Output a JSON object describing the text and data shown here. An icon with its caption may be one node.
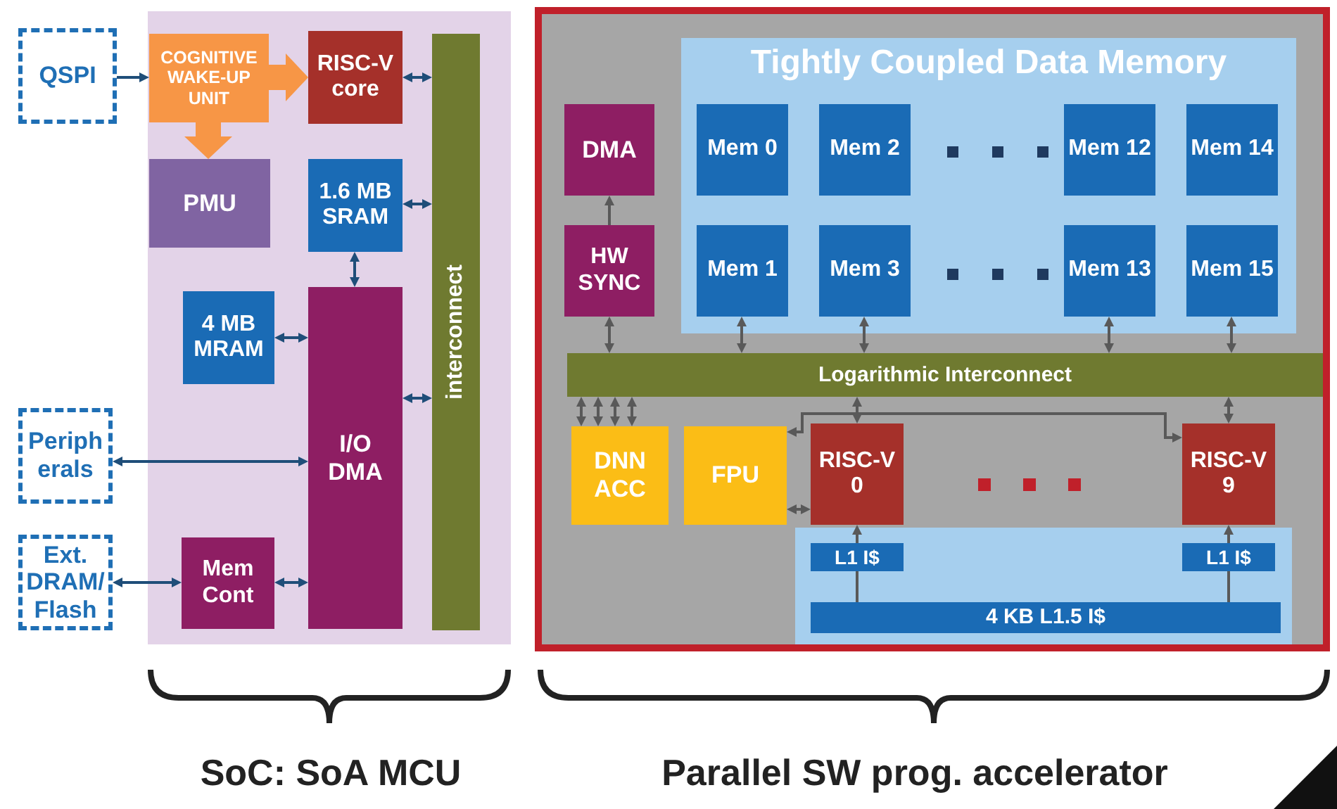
{
  "diagram": {
    "nodes": [
      {
        "text": [],
        "shape": "box"
      },
      {
        "text": [
          "QSPI"
        ]
      },
      {
        "text": [
          "COGNITIVE WAKE-UP UNIT"
        ],
        "in": 0
      },
      {
        "text": [
          "RISC-V core"
        ],
        "in": 0
      },
      {
        "text": [
          "interconnect"
        ],
        "in": 0
      },
      {
        "text": [
          "PMU"
        ],
        "in": 0
      },
      {
        "text": [
          "1.6 MB SRAM"
        ],
        "in": 0
      },
      {
        "text": [
          "4 MB MRAM"
        ],
        "in": 0
      },
      {
        "text": [
          "Periph erals"
        ]
      },
      {
        "text": [
          "I/O DMA"
        ],
        "in": 0
      },
      {
        "text": [
          "Ext. DRAM/ Flash"
        ]
      },
      {
        "text": [
          "Mem Cont"
        ],
        "in": 0
      },
      {
        "text": [],
        "shape": "box"
      },
      {
        "text": [
          "Tightly Coupled Data Memory"
        ],
        "in": 12
      },
      {
        "text": [
          "DMA"
        ],
        "in": 12
      },
      {
        "text": [
          "Mem 0"
        ],
        "in": 13
      },
      {
        "text": [
          "Mem 2"
        ],
        "in": 13
      },
      {
        "text": [
          "Mem 12"
        ],
        "in": 13
      },
      {
        "text": [
          "Mem 14"
        ],
        "in": 13
      },
      {
        "text": [
          "HW SYNC"
        ],
        "in": 12
      },
      {
        "text": [
          "Mem 1"
        ],
        "in": 13
      },
      {
        "text": [
          "Mem 3"
        ],
        "in": 13
      },
      {
        "text": [
          "Mem 13"
        ],
        "in": 13
      },
      {
        "text": [
          "Mem 15"
        ],
        "in": 13
      },
      {
        "text": [
          "Logarithmic Interconnect"
        ],
        "in": 12
      },
      {
        "text": [
          "DNN ACC"
        ],
        "in": 12
      },
      {
        "text": [
          "FPU"
        ],
        "in": 12
      },
      {
        "text": [
          "RISC-V 0"
        ],
        "in": 12
      },
      {
        "text": [
          "RISC-V 9"
        ],
        "in": 12
      },
      {
        "text": [],
        "shape": "box",
        "in": 12
      },
      {
        "text": [
          "L1 I$"
        ],
        "in": 29
      },
      {
        "text": [
          "L1 I$"
        ],
        "in": 29
      },
      {
        "text": [
          "4 KB L1.5 I$"
        ],
        "in": 29
      }
    ],
    "edges": [
      {
        "from": 1,
        "to": 2,
        "arrow": "to",
        "color": "#1f4e79"
      },
      {
        "from": 2,
        "to": 3,
        "arrow": "to",
        "style": "thick",
        "color": "#f79646"
      },
      {
        "from": 2,
        "to": 5,
        "arrow": "to",
        "style": "thick",
        "color": "#f79646"
      },
      {
        "from": 3,
        "to": 4,
        "arrow": "both",
        "color": "#1f4e79"
      },
      {
        "from": 6,
        "to": 4,
        "arrow": "both",
        "color": "#1f4e79"
      },
      {
        "from": 6,
        "to": 9,
        "arrow": "both",
        "color": "#1f4e79"
      },
      {
        "from": 7,
        "to": 9,
        "arrow": "both",
        "color": "#1f4e79"
      },
      {
        "from": 9,
        "to": 4,
        "arrow": "both",
        "color": "#1f4e79"
      },
      {
        "from": 8,
        "to": 9,
        "arrow": "both",
        "color": "#1f4e79"
      },
      {
        "from": 10,
        "to": 11,
        "arrow": "both",
        "color": "#1f4e79"
      },
      {
        "from": 11,
        "to": 9,
        "arrow": "both",
        "color": "#1f4e79"
      },
      {
        "from": 19,
        "to": 14,
        "arrow": "to"
      },
      {
        "from": 19,
        "to": 24,
        "arrow": "both"
      },
      {
        "from": 20,
        "to": 24,
        "arrow": "both"
      },
      {
        "from": 21,
        "to": 24,
        "arrow": "both"
      },
      {
        "from": 22,
        "to": 24,
        "arrow": "both"
      },
      {
        "from": 23,
        "to": 24,
        "arrow": "both"
      },
      {
        "from": 25,
        "to": 24,
        "arrow": "both"
      },
      {
        "from": 25,
        "to": 24,
        "arrow": "both"
      },
      {
        "from": 25,
        "to": 24,
        "arrow": "both"
      },
      {
        "from": 25,
        "to": 24,
        "arrow": "both"
      },
      {
        "from": 27,
        "to": 24,
        "arrow": "both"
      },
      {
        "from": 28,
        "to": 24,
        "arrow": "both"
      },
      {
        "from": 26,
        "to": 28,
        "arrow": "both"
      },
      {
        "from": 26,
        "to": 27,
        "arrow": "both"
      },
      {
        "from": 32,
        "to": 30,
        "arrow": "none"
      },
      {
        "from": 30,
        "to": 27,
        "arrow": "to"
      },
      {
        "from": 32,
        "to": 31,
        "arrow": "none"
      },
      {
        "from": 31,
        "to": 28,
        "arrow": "to"
      }
    ],
    "labels": [
      "SoC: SoA MCU",
      "Parallel SW prog. accelerator"
    ]
  }
}
